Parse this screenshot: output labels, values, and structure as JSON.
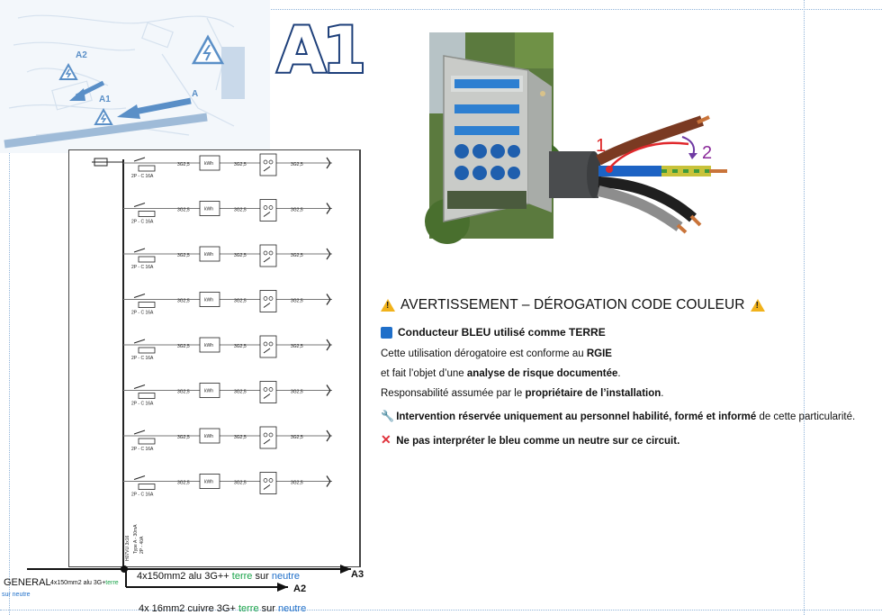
{
  "map": {
    "labels": {
      "a2": "A2",
      "a1": "A1",
      "a": "A"
    }
  },
  "title_badge": "A1",
  "cable": {
    "marks": {
      "one": "1",
      "two": "2"
    }
  },
  "schematic": {
    "circuits": [
      {
        "cable_in": "3G2,5",
        "meter": "kWh",
        "cable_out": "3G2,5"
      },
      {
        "cable_in": "3G2,5",
        "meter": "kWh",
        "cable_out": "3G2,5"
      },
      {
        "cable_in": "3G2,5",
        "meter": "kWh",
        "cable_out": "3G2,5"
      },
      {
        "cable_in": "3G2,5",
        "meter": "kWh",
        "cable_out": "3G2,5"
      },
      {
        "cable_in": "3G2,5",
        "meter": "kWh",
        "cable_out": "3G2,5"
      },
      {
        "cable_in": "3G2,5",
        "meter": "kWh",
        "cable_out": "3G2,5"
      },
      {
        "cable_in": "3G2,5",
        "meter": "kWh",
        "cable_out": "3G2,5"
      },
      {
        "cable_in": "3G2,5",
        "meter": "kWh",
        "cable_out": "3G2,5"
      }
    ],
    "breaker_label": "2P - C 16A",
    "main_breaker": "Type A - 30mA",
    "main_rating": "2P - 40A",
    "main_cable": "H07VU 3x16"
  },
  "feed": {
    "general": "GENERAL",
    "general_cable_main": "4x150mm2 alu 3G+",
    "general_cable_terre": "terre",
    "general_cable_sur": "sur neutre",
    "a3_cable_main": "4x150mm2 alu 3G++",
    "a3_cable_terre": "terre",
    "a3_cable_sur": "sur",
    "a3_cable_neutre": "neutre",
    "a3": "A3",
    "a2": "A2",
    "a2_cable_main": "4x 16mm2 cuivre 3G+",
    "a2_cable_terre": "terre",
    "a2_cable_sur": "sur",
    "a2_cable_neutre": "neutre"
  },
  "warning": {
    "title": "AVERTISSEMENT – DÉROGATION CODE COULEUR",
    "blue_line": "Conducteur BLEU utilisé comme TERRE",
    "p1_a": "Cette utilisation dérogatoire est conforme au ",
    "p1_b": "RGIE",
    "p2_a": "et fait l’objet d’une ",
    "p2_b": "analyse de risque documentée",
    "p2_c": ".",
    "p3_a": "Responsabilité assumée par le ",
    "p3_b": "propriétaire de l’installation",
    "p3_c": ".",
    "p4_a": "Intervention réservée uniquement au personnel habilité, formé et informé",
    "p4_b": " de cette particularité.",
    "p5": "Ne pas interpréter le bleu comme un neutre sur ce circuit."
  },
  "colors": {
    "terre": "#1aa34a",
    "neutre": "#1f6fc9",
    "badge_fill": "#ffffff",
    "badge_stroke": "#1d3f7a"
  }
}
